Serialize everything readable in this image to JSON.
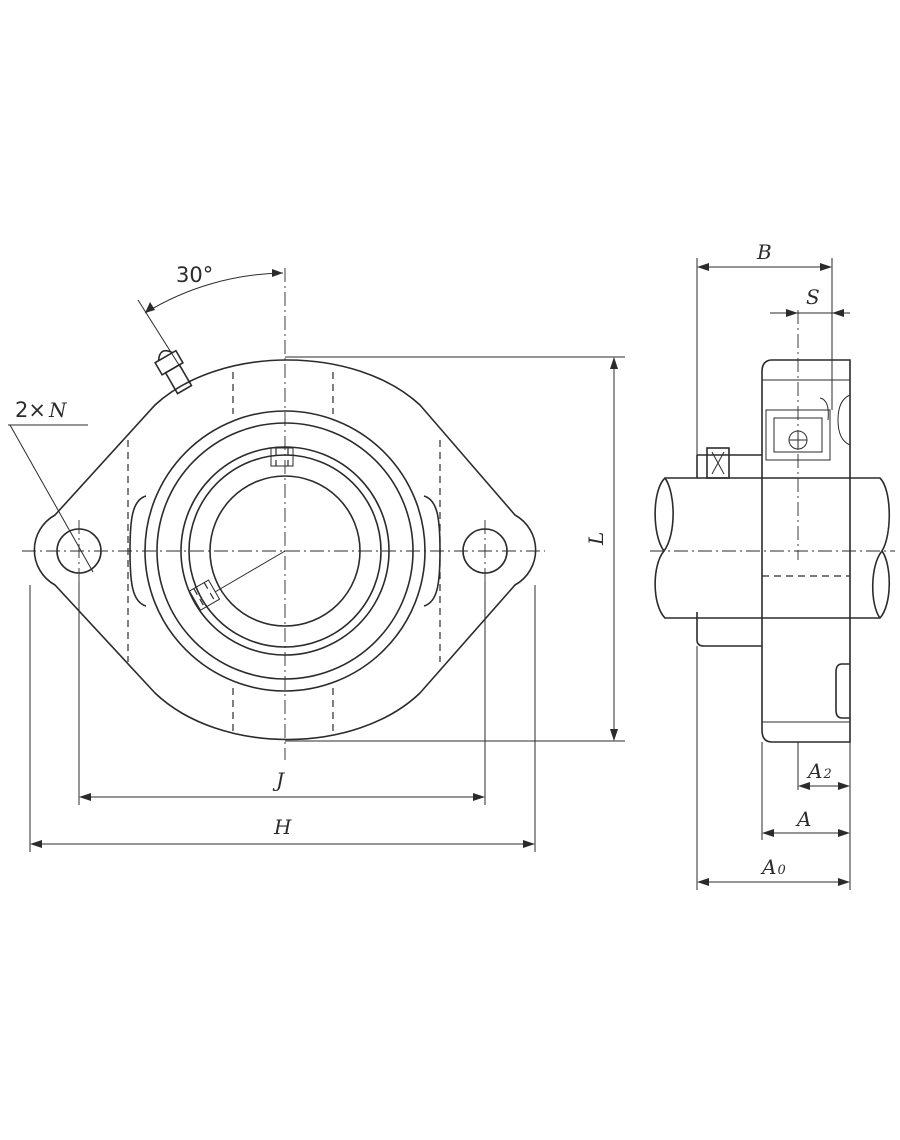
{
  "labels": {
    "angle": "30°",
    "holes_count": "2×",
    "holes_letter": "N",
    "L": "L",
    "J": "J",
    "H": "H",
    "B": "B",
    "S": "S",
    "A": "A",
    "A2_letter": "A",
    "A2_sub": "2",
    "A0_letter": "A",
    "A0_sub": "0"
  }
}
